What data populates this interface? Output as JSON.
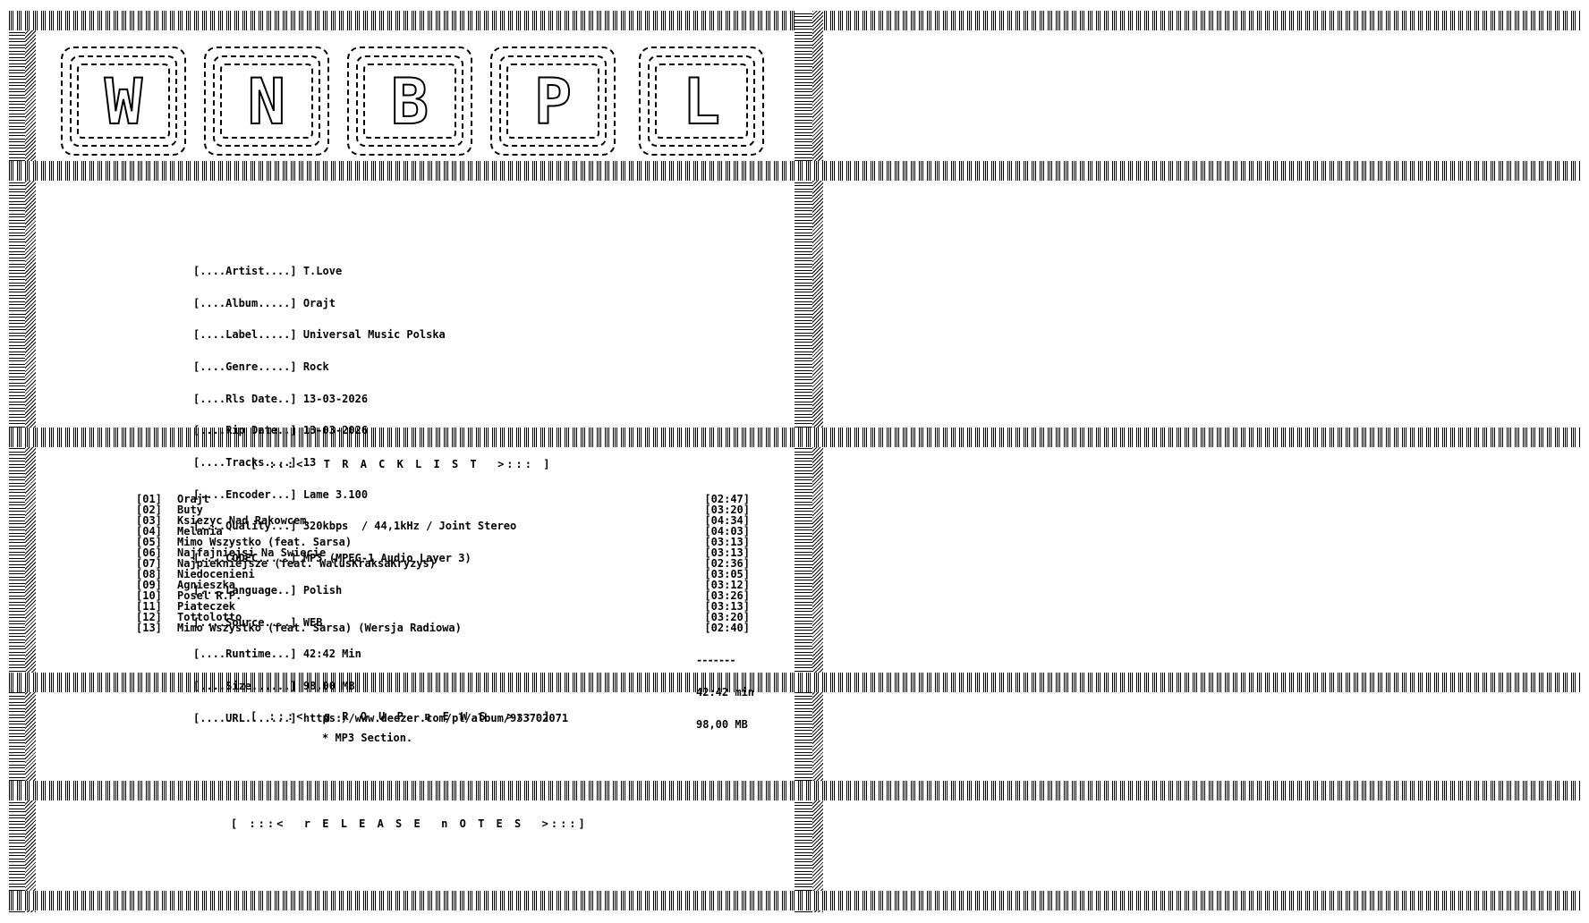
{
  "logo": {
    "letters": [
      "W",
      "N",
      "B",
      "P",
      "L"
    ]
  },
  "release_info": [
    {
      "label": "[....Artist....]",
      "value": "T.Love"
    },
    {
      "label": "[....Album.....]",
      "value": "Orajt"
    },
    {
      "label": "[....Label.....]",
      "value": "Universal Music Polska"
    },
    {
      "label": "[....Genre.....]",
      "value": "Rock"
    },
    {
      "label": "[....Rls Date..]",
      "value": "13-03-2026"
    },
    {
      "label": "[....Rip Date..]",
      "value": "13-03-2026"
    },
    {
      "label": "[....Tracks....]",
      "value": "13"
    },
    {
      "label": "[....Encoder...]",
      "value": "Lame 3.100"
    },
    {
      "label": "[....Quality...]",
      "value": "320kbps  / 44,1kHz / Joint Stereo"
    },
    {
      "label": "[....CODEC.....]",
      "value": "MP3 (MPEG-1 Audio Layer 3)"
    },
    {
      "label": "[....Language..]",
      "value": "Polish"
    },
    {
      "label": "[....Source....]",
      "value": "WEB"
    },
    {
      "label": "[....Runtime...]",
      "value": "42:42 Min"
    },
    {
      "label": "[....Size......]",
      "value": "98,00 MB"
    },
    {
      "label": "[....URL.......]",
      "value": "https://www.deezer.com/pl/album/933702071"
    }
  ],
  "tracklist": {
    "title": "[ :::<  T R A C K L I S T  >::: ]",
    "tracks": [
      {
        "num": "[01]",
        "title": "Orajt",
        "duration": "[02:47]"
      },
      {
        "num": "[02]",
        "title": "Buty",
        "duration": "[03:20]"
      },
      {
        "num": "[03]",
        "title": "Ksiezyc Nad Rakowcem",
        "duration": "[04:34]"
      },
      {
        "num": "[04]",
        "title": "Melania",
        "duration": "[04:03]"
      },
      {
        "num": "[05]",
        "title": "Mimo Wszystko (feat. Sarsa)",
        "duration": "[03:13]"
      },
      {
        "num": "[06]",
        "title": "Najfajniejsi Na Swiecie",
        "duration": "[03:13]"
      },
      {
        "num": "[07]",
        "title": "Najpiekniejsze (feat. WalusKraksaKryzys)",
        "duration": "[02:36]"
      },
      {
        "num": "[08]",
        "title": "Niedocenieni",
        "duration": "[03:05]"
      },
      {
        "num": "[09]",
        "title": "Agnieszka",
        "duration": "[03:12]"
      },
      {
        "num": "[10]",
        "title": "Posel R.P.",
        "duration": "[03:26]"
      },
      {
        "num": "[11]",
        "title": "Piateczek",
        "duration": "[03:13]"
      },
      {
        "num": "[12]",
        "title": "Tottolotto",
        "duration": "[03:20]"
      },
      {
        "num": "[13]",
        "title": "Mimo Wszystko (feat. Sarsa) (Wersja Radiowa)",
        "duration": "[02:40]"
      }
    ],
    "separator": "-------",
    "total_runtime": "42:42 min",
    "total_size": "98,00 MB"
  },
  "group_news": {
    "title": "[ :::<  g R O U P  n E W S  >:::]",
    "text": "* MP3 Section."
  },
  "release_notes": {
    "title": "[ :::<  r E L E A S E  n O T E S  >:::]"
  }
}
